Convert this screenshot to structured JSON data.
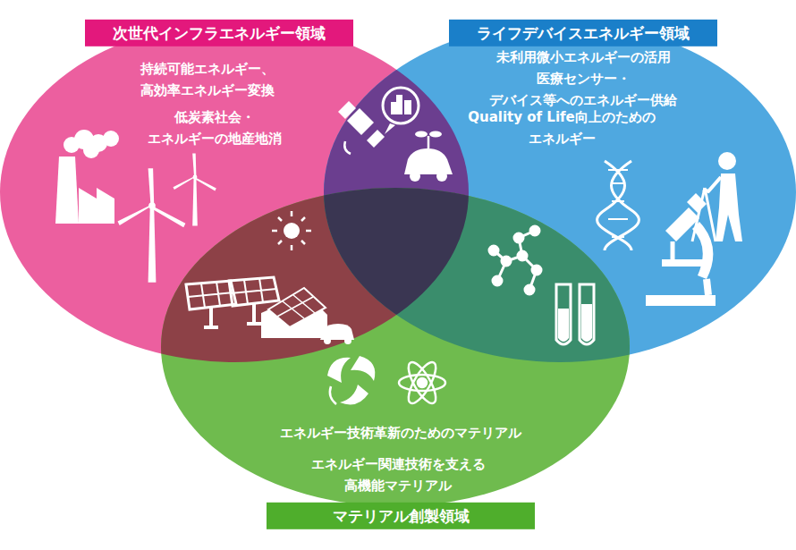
{
  "diagram": {
    "nodes": [
      {
        "text": [
          "次世代インフラエネルギー領域",
          "持続可能エネルギー、 高効率エネルギー変換",
          "低炭素社会・ エネルギーの地産地消"
        ]
      },
      {
        "text": [
          "ライフデバイスエネルギー領域",
          "未利用微小エネルギーの活用 医療センサー・デバイス等へのエネルギー供給",
          "Quality of Life向上のための エネルギー"
        ]
      },
      {
        "text": [
          "エネルギー技術革新のためのマテリアル",
          "エネルギー関連技術を支える 高機能マテリアル",
          "マテリアル創製領域"
        ]
      }
    ]
  }
}
